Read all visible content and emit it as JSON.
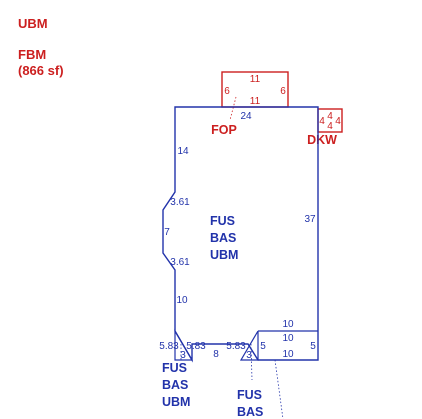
{
  "header": {
    "line1": "UBM",
    "line2": "FBM",
    "line3": "(866 sf)"
  },
  "colors": {
    "main": "#2233aa",
    "accent": "#cc1f1f"
  },
  "labels": {
    "fop": "FOP",
    "dkw": "DKW",
    "main_area": [
      "FUS",
      "BAS",
      "UBM"
    ],
    "lower_left_area": [
      "FUS",
      "BAS",
      "UBM"
    ],
    "lower_right_area": [
      "FUS",
      "BAS"
    ]
  },
  "fop_dims": {
    "top": "11",
    "inner": "11",
    "left": "6",
    "right": "6",
    "below": "24"
  },
  "dkw_dims": {
    "left": "4",
    "top": "4",
    "mid": "4",
    "right": "4"
  },
  "main_dims": {
    "left_upper": "14",
    "bevel_upper": "3.61",
    "bevel_mid": "7",
    "bevel_lower": "3.61",
    "left_lower": "10",
    "right": "37",
    "bottom_left_a": "5.83",
    "bottom_left_b": "5.83",
    "bottom_left_notch": "3",
    "bottom_mid": "8",
    "bottom_right_a": "5.83",
    "bottom_right_b": "5",
    "bottom_right_notch": "3",
    "right_box_top": "10",
    "right_box_mid": "10",
    "right_box_bottom": "10",
    "right_box_side": "5"
  }
}
